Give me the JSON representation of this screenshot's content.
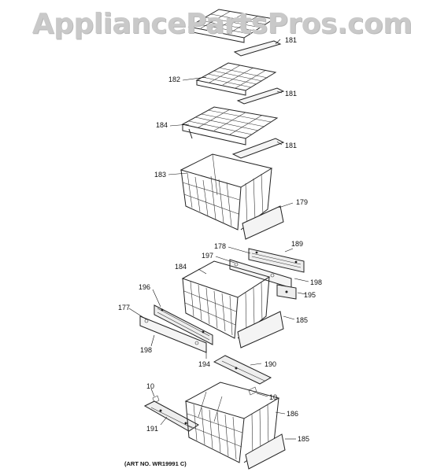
{
  "watermark": "AppliancePartsPros.com",
  "art_number": "(ART NO. WR19991 C)",
  "callouts": {
    "c181a": "181",
    "c182": "182",
    "c181b": "181",
    "c184a": "184",
    "c181c": "181",
    "c183": "183",
    "c179": "179",
    "c178": "178",
    "c189": "189",
    "c197": "197",
    "c198a": "198",
    "c184b": "184",
    "c195": "195",
    "c196": "196",
    "c177": "177",
    "c185a": "185",
    "c198b": "198",
    "c194": "194",
    "c190": "190",
    "c10a": "10",
    "c10b": "10",
    "c186": "186",
    "c191": "191",
    "c185b": "185"
  }
}
